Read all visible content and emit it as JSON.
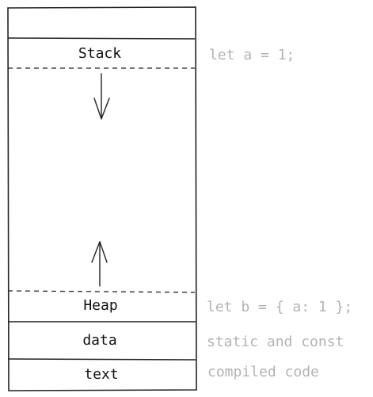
{
  "memory_layout": {
    "segments": {
      "stack": {
        "label": "Stack",
        "example": "let a = 1;"
      },
      "heap": {
        "label": "Heap",
        "example": "let b = { a: 1 };"
      },
      "data": {
        "label": "data",
        "example": "static and const"
      },
      "text": {
        "label": "text",
        "example": "compiled code"
      }
    },
    "arrows": {
      "stack_growth": "down",
      "heap_growth": "up"
    }
  }
}
